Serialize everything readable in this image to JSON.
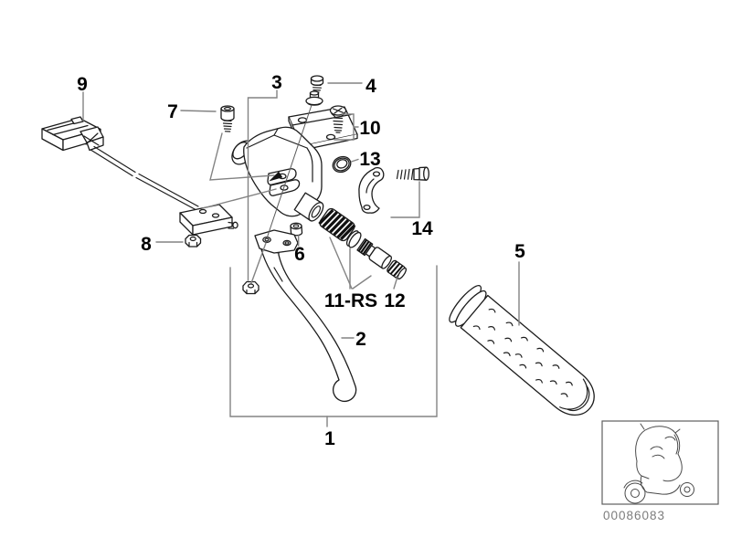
{
  "figure": {
    "description": "Exploded parts diagram - handbrake lever fitting",
    "callouts": {
      "n1": "1",
      "n2": "2",
      "n3": "3",
      "n4": "4",
      "n5": "5",
      "n6": "6",
      "n7": "7",
      "n8": "8",
      "n9": "9",
      "n10": "10",
      "n11rs": "11-RS",
      "n12": "12",
      "n13": "13",
      "n14": "14"
    },
    "image_number": "00086083",
    "colors": {
      "background": "#ffffff",
      "part_line": "#1c1c1c",
      "leader_line": "#838383",
      "label_text": "#000000",
      "image_number_text": "#7c7c7c"
    }
  }
}
